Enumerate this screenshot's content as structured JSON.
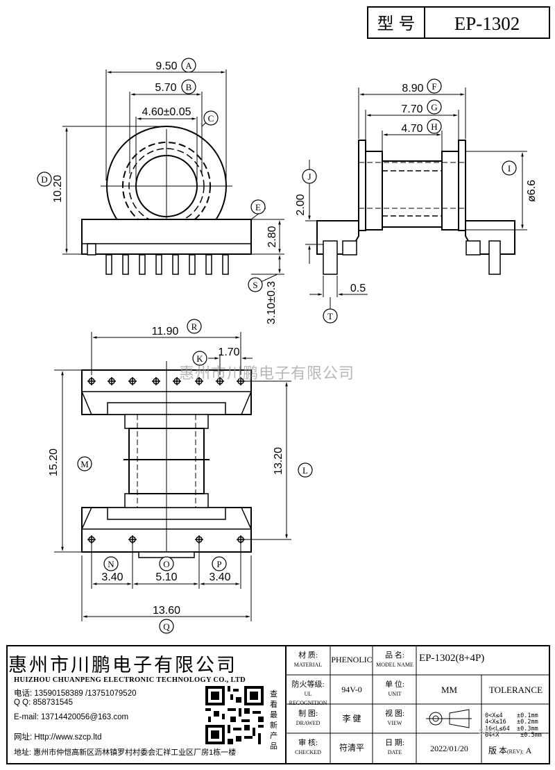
{
  "model": {
    "label": "型 号",
    "value": "EP-1302"
  },
  "watermark": "惠州市川鹏电子有限公司",
  "dimensions": {
    "A": "9.50",
    "B": "5.70",
    "C": "4.60±0.05",
    "D": "10.20",
    "E": "2.80",
    "S": "3.10±0.3",
    "F": "8.90",
    "G": "7.70",
    "H": "4.70",
    "I": "ø6.6",
    "J": "2.00",
    "T": "0.5",
    "R": "11.90",
    "K": "1.70",
    "M": "15.20",
    "L": "13.20",
    "N": "3.40",
    "O": "5.10",
    "P": "3.40",
    "Q": "13.60"
  },
  "letters": [
    "A",
    "B",
    "C",
    "D",
    "E",
    "S",
    "F",
    "G",
    "H",
    "I",
    "J",
    "T",
    "R",
    "K",
    "M",
    "L",
    "N",
    "O",
    "P",
    "Q"
  ],
  "company": {
    "name_cn": "惠州市川鹏电子有限公司",
    "name_en": "HUIZHOU CHUANPENG ELECTRONIC TECHNOLOGY CO., LTD",
    "phone": "电话: 13590158389 /13751079520",
    "qq": "Q Q:  858731545",
    "email": "E-mail: 13714420056@163.com",
    "web": "网址: Http://www.szcp.ltd",
    "address": "地址: 惠州市仲恺高新区沥林镇罗村村委会汇祥工业区厂房1栋一楼",
    "qr_side": "查看最新产品"
  },
  "titleblock": {
    "material_label": "材 质:",
    "material_en": "MATERIAL",
    "material_value": "PHENOLIC",
    "name_label": "品 名:",
    "name_en": "MODEL NAME",
    "name_value": "EP-1302(8+4P)",
    "fire_label": "防火等级:",
    "fire_en": "UL RECOGNITION",
    "fire_value": "94V-0",
    "unit_label": "单 位:",
    "unit_en": "UNIT",
    "unit_value": "MM",
    "tolerance_label": "TOLERANCE",
    "drawn_label": "制 图:",
    "drawn_en": "DRAWED",
    "drawn_value": "李 健",
    "view_label": "视 图:",
    "view_en": "VIEW",
    "tol_rows": [
      "0<X≤4    ±0.1mm",
      "4<X≤16   ±0.2mm",
      "16<L≤64  ±0.3mm",
      "64<X      ±0.5mm"
    ],
    "checked_label": "审 核:",
    "checked_en": "CHECKED",
    "checked_value": "符清平",
    "date_label": "日 期:",
    "date_en": "DATE",
    "date_value": "2022/01/20",
    "rev_label": "版 本",
    "rev_small": "(REV):",
    "rev_value": "A"
  },
  "watermark_small": "szcp."
}
